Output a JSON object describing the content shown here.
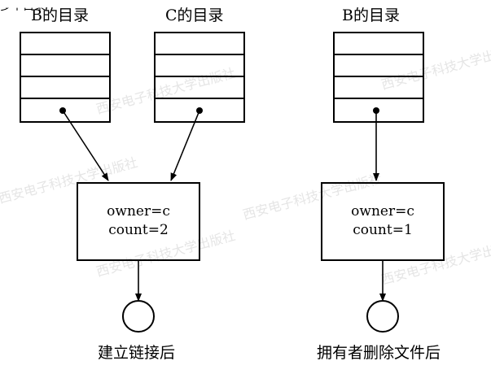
{
  "top_fragment": "多个目录",
  "left_figure": {
    "dir_b_title": "B的目录",
    "dir_c_title": "C的目录",
    "node_owner": "owner=c",
    "node_count": "count=2",
    "caption": "建立链接后"
  },
  "right_figure": {
    "dir_b_title": "B的目录",
    "node_owner": "owner=c",
    "node_count": "count=1",
    "caption": "拥有者删除文件后"
  },
  "watermark_text": "西安电子科技大学出版社",
  "colors": {
    "line": "#000000",
    "watermark": "#c8c8c8"
  }
}
